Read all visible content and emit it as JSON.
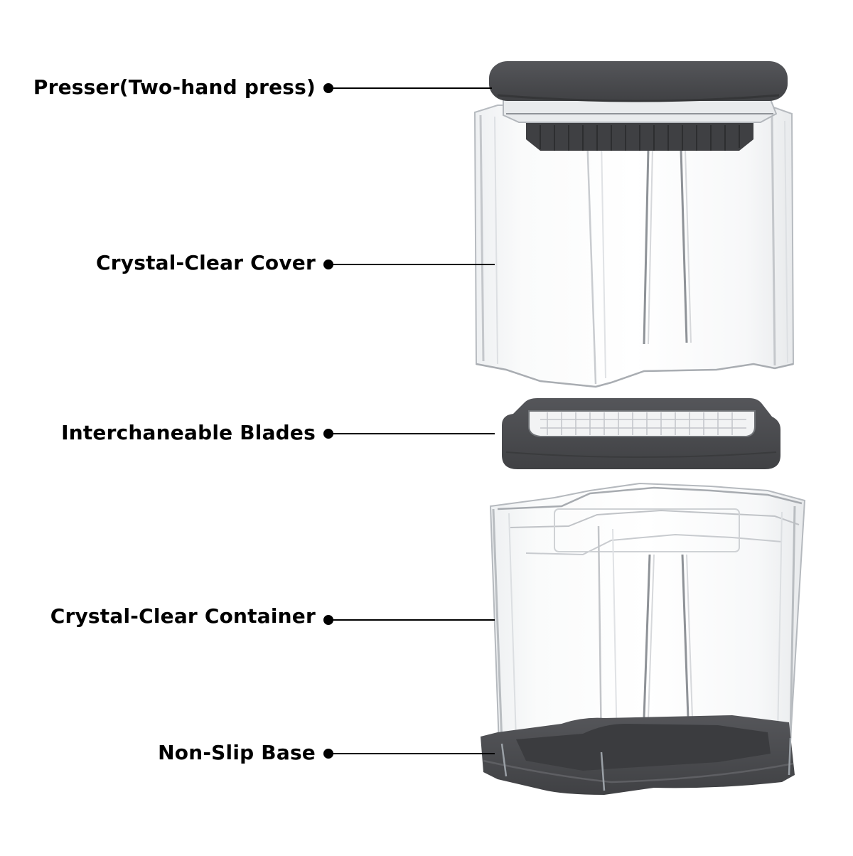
{
  "colors": {
    "rubber": "#4a4b4d",
    "rubber_dark": "#3a3b3d",
    "rubber_light": "#5c5d60",
    "clear_edge": "#b9bcc0",
    "clear_fill": "#f5f6f7",
    "leader": "#000000",
    "text": "#000000"
  },
  "callouts": [
    {
      "id": "presser",
      "label": "Presser(Two-hand press)",
      "icon": "dot-icon"
    },
    {
      "id": "cover",
      "label": "Crystal-Clear Cover",
      "icon": "dot-icon"
    },
    {
      "id": "blades",
      "label": "Interchaneable Blades",
      "icon": "dot-icon"
    },
    {
      "id": "container",
      "label": "Crystal-Clear Container",
      "icon": "dot-icon"
    },
    {
      "id": "base",
      "label": "Non-Slip Base",
      "icon": "dot-icon"
    }
  ]
}
